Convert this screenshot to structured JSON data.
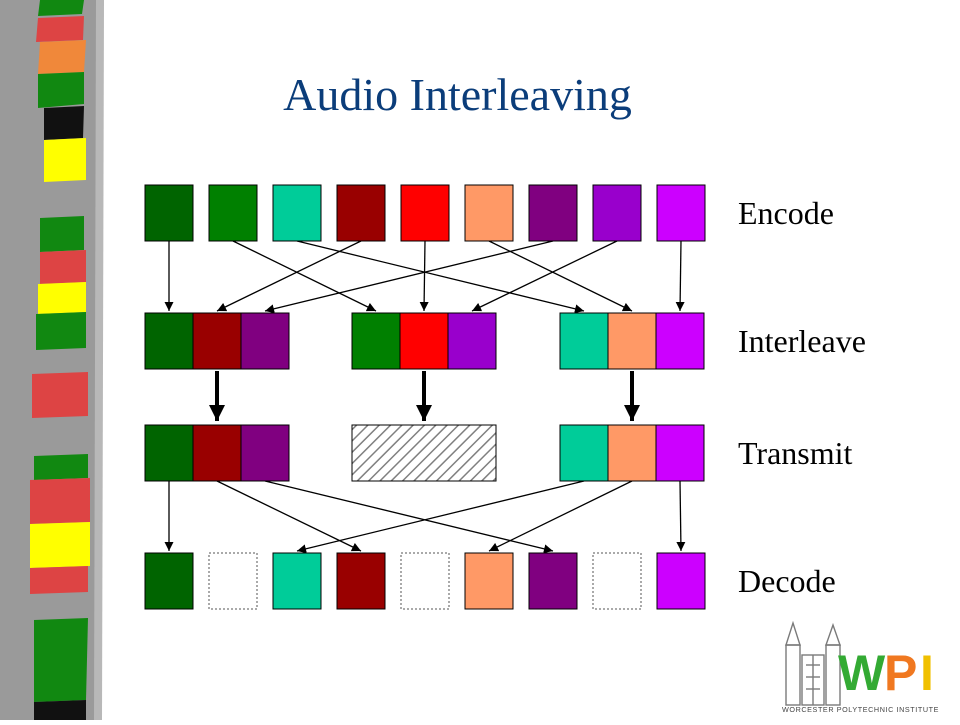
{
  "title": "Audio Interleaving",
  "row_labels": {
    "encode": "Encode",
    "interleave": "Interleave",
    "transmit": "Transmit",
    "decode": "Decode"
  },
  "colors": {
    "title": "#0b3d7a",
    "block_colors": [
      "#006400",
      "#008000",
      "#00cc99",
      "#990000",
      "#ff0000",
      "#ff9966",
      "#800080",
      "#9900cc",
      "#cc00ff"
    ],
    "lost_packet_hatch": "#808080",
    "logo_green": "#33aa33",
    "logo_orange": "#f07820",
    "logo_yellow": "#f0c000"
  },
  "logo": {
    "letters": [
      "W",
      "P",
      "I"
    ],
    "tagline": "WORCESTER POLYTECHNIC INSTITUTE"
  }
}
